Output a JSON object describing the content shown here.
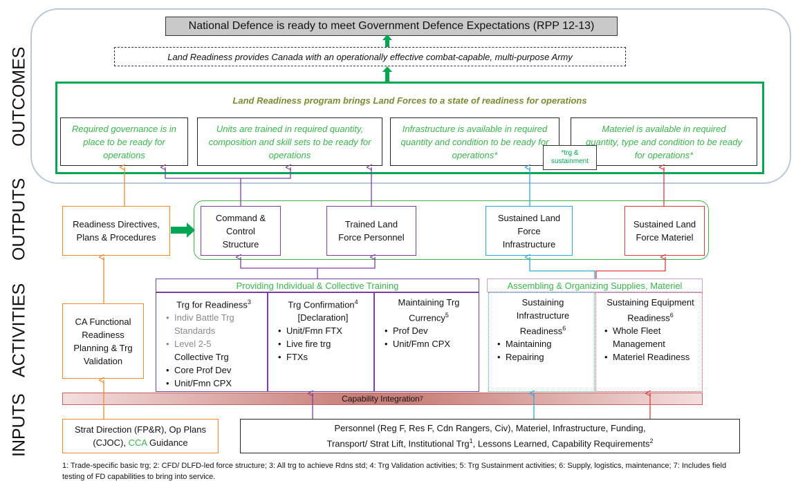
{
  "side_labels": {
    "outcomes": "OUTCOMES",
    "outputs": "OUTPUTS",
    "activities": "ACTIVITIES",
    "inputs": "INPUTS"
  },
  "outcomes": {
    "top": "National Defence is ready to meet Government Defence Expectations (RPP 12-13)",
    "second": "Land Readiness provides Canada with an operationally effective combat-capable, multi-purpose Army",
    "program": "Land Readiness program brings Land Forces to a state of readiness for operations",
    "governance": "Required governance is in place to be ready for operations",
    "units": "Units are trained in required quantity, composition and skill sets to be ready for operations",
    "infrastructure": "Infrastructure is available in required quantity and condition to be ready for operations*",
    "materiel": "Materiel is available in required quantity, type and condition to be ready for operations*",
    "callout": "*trg & sustainment"
  },
  "outputs": {
    "directives": "Readiness Directives, Plans & Procedures",
    "c2": "Command & Control Structure",
    "personnel": "Trained Land Force Personnel",
    "infra": "Sustained Land Force Infrastructure",
    "materiel": "Sustained Land Force Materiel"
  },
  "activities": {
    "ca": "CA Functional Readiness Planning & Trg Validation",
    "training_header": "Providing Individual & Collective Training",
    "supplies_header": "Assembling & Organizing Supplies, Materiel",
    "trg_readiness": {
      "title": "Trg for Readiness",
      "sup": "3",
      "items": [
        "Indiv Battle Trg Standards",
        "Level 2-5",
        "Collective Trg",
        "Core Prof Dev",
        "Unit/Fmn CPX"
      ]
    },
    "trg_confirm": {
      "title": "Trg Confirmation",
      "sup": "4",
      "sub": "[Declaration]",
      "items": [
        "Unit/Fmn FTX",
        "Live fire trg",
        "FTXs"
      ]
    },
    "maint_trg": {
      "title": "Maintaining Trg Currency",
      "sup": "5",
      "items": [
        "Prof Dev",
        "Unit/Fmn CPX"
      ]
    },
    "sust_infra": {
      "title": "Sustaining Infrastructure Readiness",
      "sup": "6",
      "items": [
        "Maintaining",
        "Repairing"
      ]
    },
    "sust_equip": {
      "title": "Sustaining Equipment Readiness",
      "sup": "6",
      "items": [
        "Whole Fleet Management",
        "Materiel Readiness"
      ]
    }
  },
  "inputs": {
    "capability": "Capability Integration",
    "capability_sup": "7",
    "strat_a": "Strat Direction (FP&R), Op Plans (CJOC),",
    "strat_cca": "CCA",
    "strat_b": "Guidance",
    "personnel_line1": "Personnel (Reg F, Res F, Cdn Rangers, Civ), Materiel, Infrastructure, Funding,",
    "personnel_line2a": "Transport/ Strat Lift, Institutional Trg",
    "personnel_sup1": "1",
    "personnel_line2b": ", Lessons Learned, Capability Requirements",
    "personnel_sup2": "2"
  },
  "footnote": "1: Trade-specific basic trg; 2: CFD/ DLFD-led force structure; 3: All trg to achieve Rdns std; 4: Trg Validation activities; 5: Trg Sustainment activities; 6: Supply, logistics, maintenance; 7: Includes field testing of FD capabilities to bring into service.",
  "colors": {
    "green": "#3ab54a",
    "dark_green": "#00a651",
    "orange": "#f08a2c",
    "purple": "#7a3fa0",
    "cyan": "#2aa8df",
    "red": "#e23a3a",
    "olive": "#7a8b32"
  }
}
